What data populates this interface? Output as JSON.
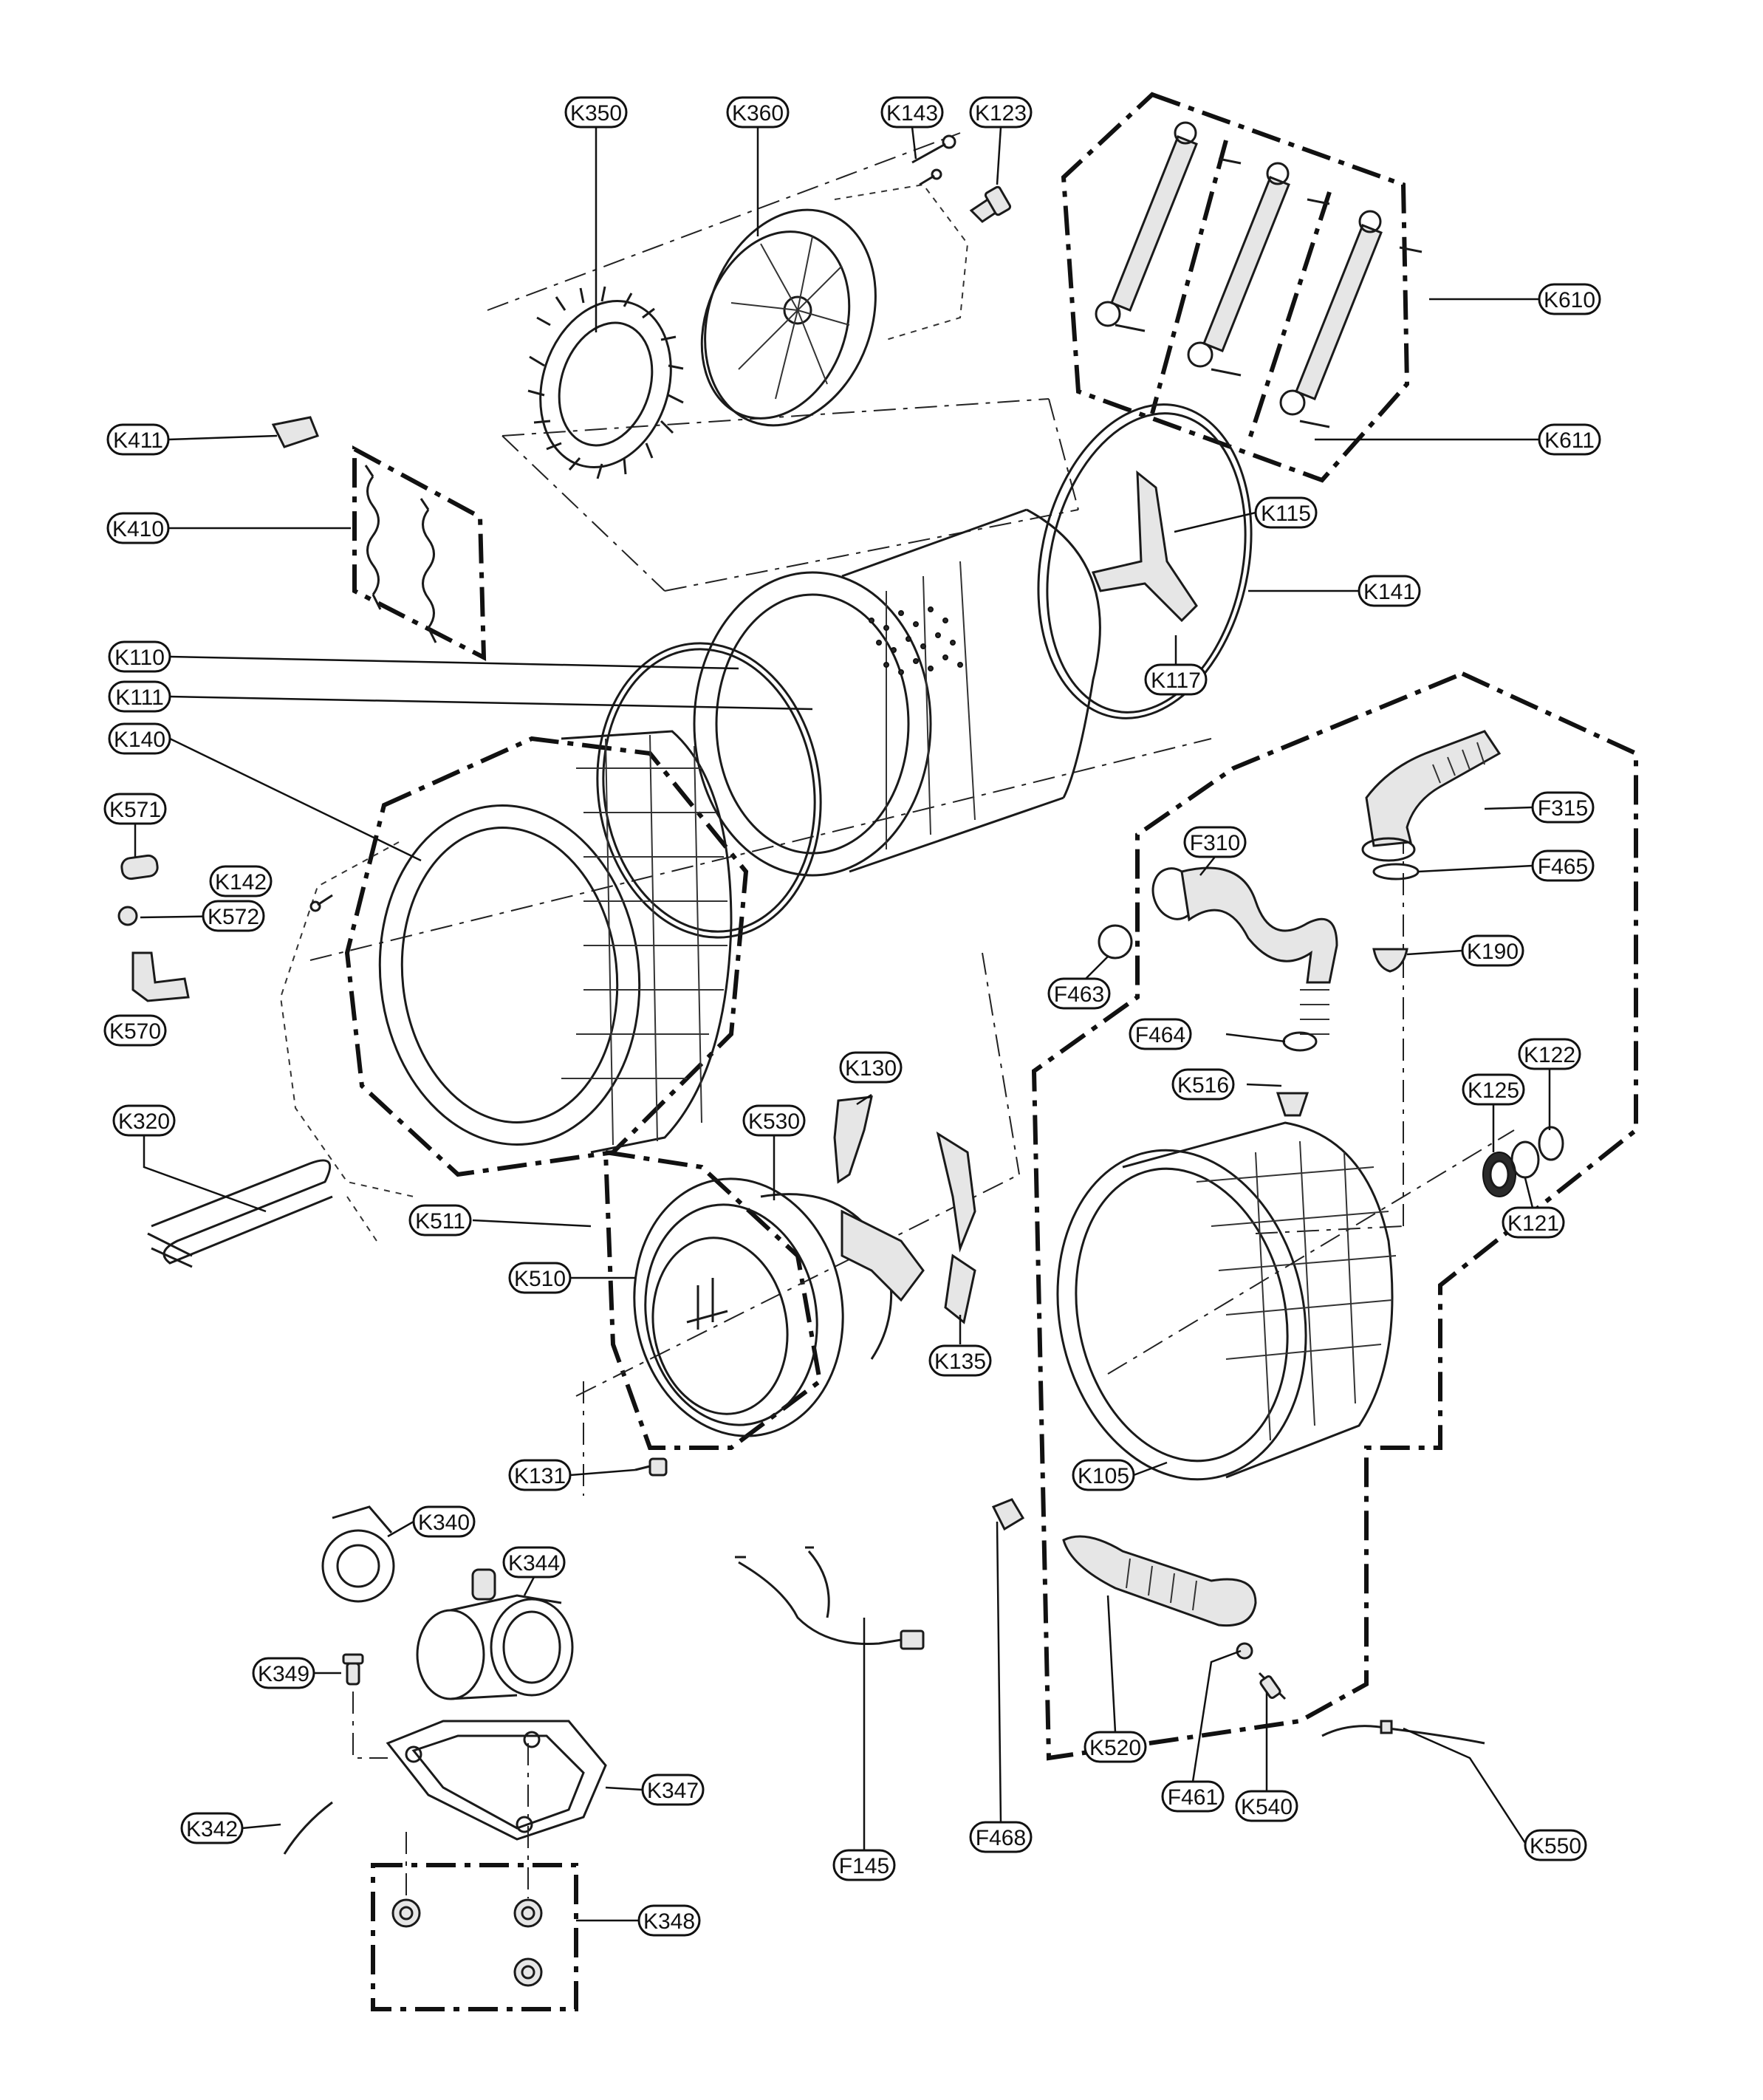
{
  "labels": {
    "K350": "K350",
    "K360": "K360",
    "K143": "K143",
    "K123": "K123",
    "K610": "K610",
    "K611": "K611",
    "K411": "K411",
    "K410": "K410",
    "K115": "K115",
    "K141": "K141",
    "K110": "K110",
    "K111": "K111",
    "K117": "K117",
    "K140": "K140",
    "K571": "K571",
    "K142": "K142",
    "K572": "K572",
    "K570": "K570",
    "F315": "F315",
    "F310": "F310",
    "F465": "F465",
    "K190": "K190",
    "F463": "F463",
    "F464": "F464",
    "K516": "K516",
    "K122": "K122",
    "K125": "K125",
    "K121": "K121",
    "K130": "K130",
    "K530": "K530",
    "K320": "K320",
    "K511": "K511",
    "K510": "K510",
    "K135": "K135",
    "K105": "K105",
    "K131": "K131",
    "K340": "K340",
    "K344": "K344",
    "K349": "K349",
    "K347": "K347",
    "K342": "K342",
    "K348": "K348",
    "F145": "F145",
    "F468": "F468",
    "K520": "K520",
    "F461": "F461",
    "K540": "K540",
    "K550": "K550"
  },
  "colors": {
    "line": "#111111",
    "background": "#ffffff",
    "part_shade": "#e6e6e6"
  }
}
